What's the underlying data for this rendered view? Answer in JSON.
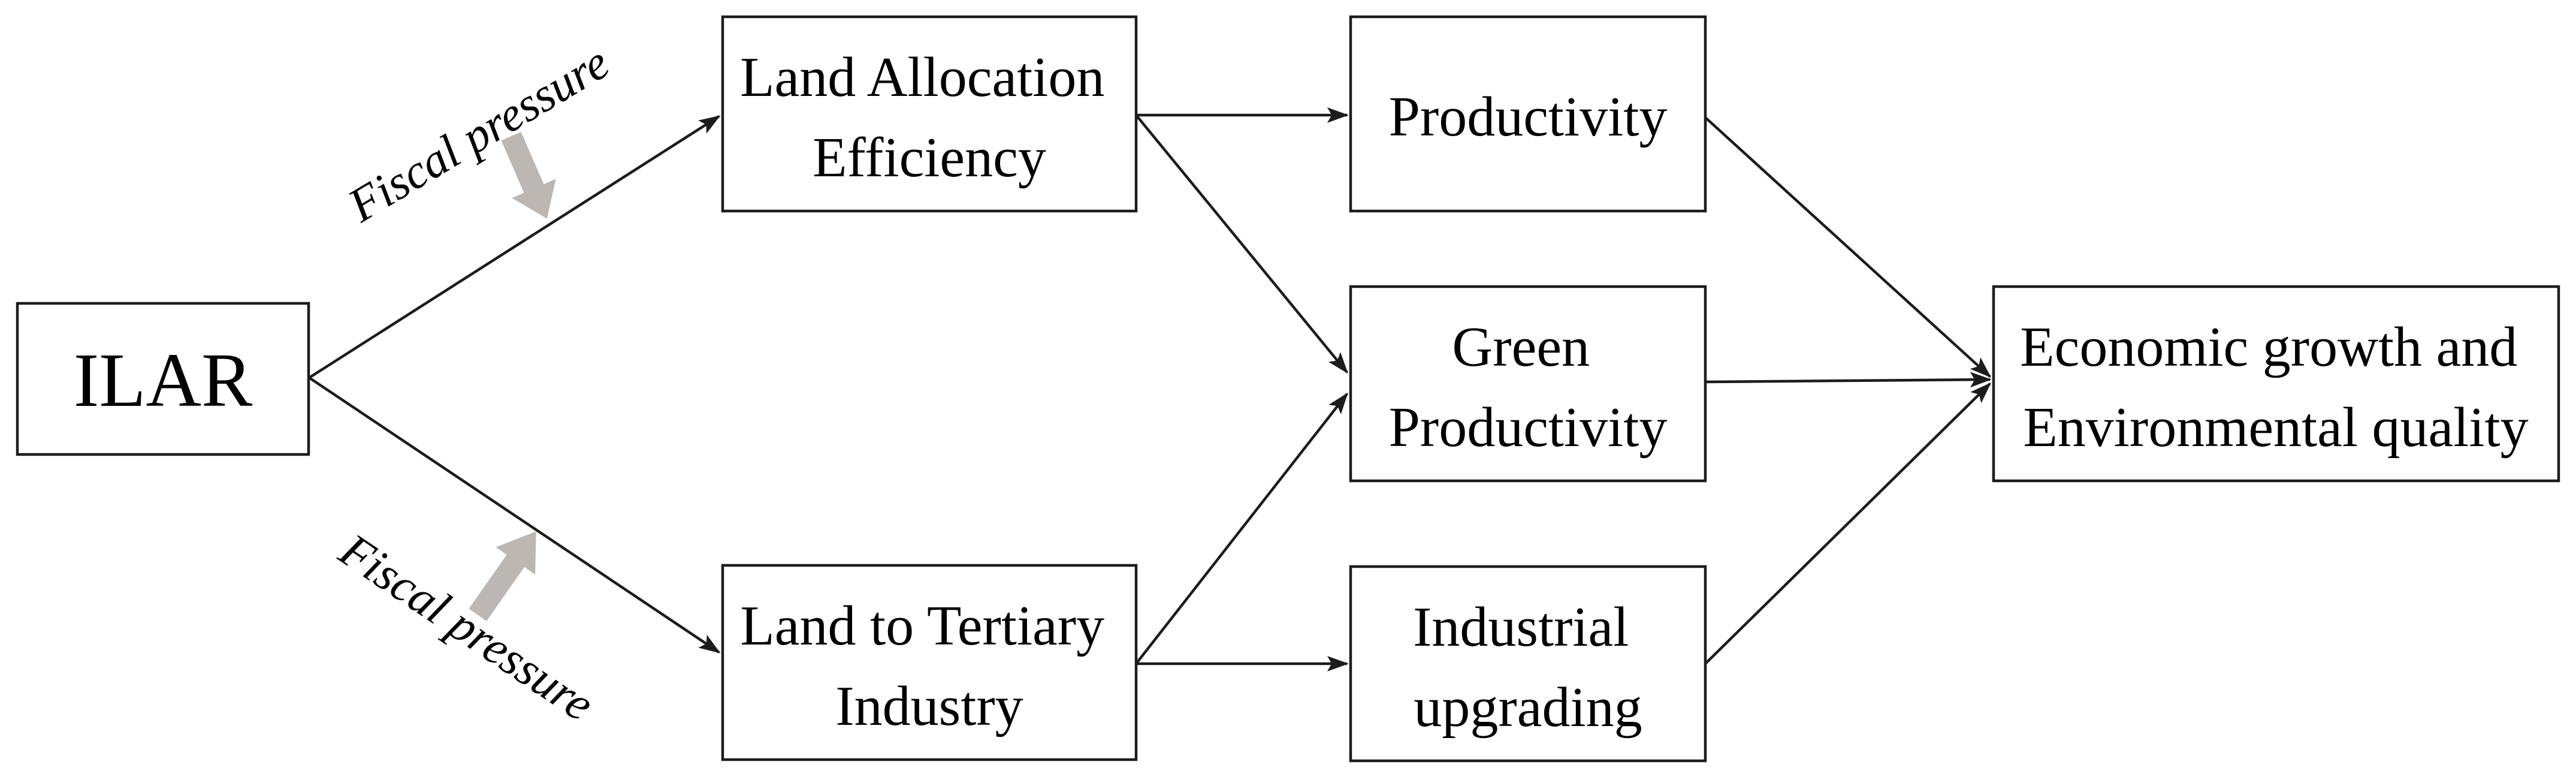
{
  "diagram": {
    "type": "flowchart",
    "background": "#ffffff",
    "description": "Conceptual framework linking ILAR to economic growth and environmental quality"
  },
  "colors": {
    "box_fill": "#ffffff",
    "box_border": "#1c1c1c",
    "arrow": "#1c1c1c",
    "text": "#000000",
    "fiscal_arrow_fill": "#bcb7b2"
  },
  "nodes": {
    "ilar": {
      "lines": [
        "ILAR"
      ]
    },
    "land_allocation_efficiency": {
      "lines": [
        "Land Allocation",
        "Efficiency"
      ]
    },
    "land_to_tertiary_industry": {
      "lines": [
        "Land to Tertiary",
        "Industry"
      ]
    },
    "productivity": {
      "lines": [
        "Productivity"
      ]
    },
    "green_productivity": {
      "lines": [
        "Green",
        "Productivity"
      ]
    },
    "industrial_upgrading": {
      "lines": [
        "Industrial",
        "upgrading"
      ]
    },
    "economic_growth_environmental_quality": {
      "lines": [
        "Economic growth and",
        "Environmental quality"
      ]
    }
  },
  "annotations": {
    "fiscal_pressure_top": {
      "text": "Fiscal pressure"
    },
    "fiscal_pressure_bottom": {
      "text": "Fiscal pressure"
    }
  },
  "edges": [
    {
      "from": "ILAR",
      "to": "Land Allocation Efficiency"
    },
    {
      "from": "ILAR",
      "to": "Land to Tertiary Industry"
    },
    {
      "from": "Land Allocation Efficiency",
      "to": "Productivity"
    },
    {
      "from": "Land Allocation Efficiency",
      "to": "Green Productivity"
    },
    {
      "from": "Land to Tertiary Industry",
      "to": "Green Productivity"
    },
    {
      "from": "Land to Tertiary Industry",
      "to": "Industrial upgrading"
    },
    {
      "from": "Productivity",
      "to": "Economic growth and Environmental quality"
    },
    {
      "from": "Green Productivity",
      "to": "Economic growth and Environmental quality"
    },
    {
      "from": "Industrial upgrading",
      "to": "Economic growth and Environmental quality"
    }
  ],
  "moderators": [
    {
      "label": "Fiscal pressure",
      "acts_on": "ILAR to Land Allocation Efficiency"
    },
    {
      "label": "Fiscal pressure",
      "acts_on": "ILAR to Land to Tertiary Industry"
    }
  ]
}
